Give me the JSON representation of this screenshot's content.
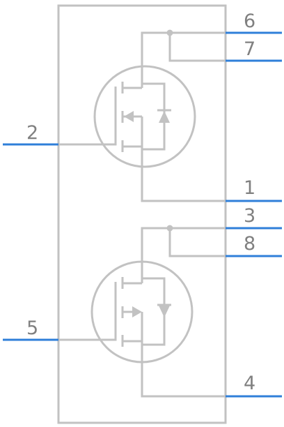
{
  "colors": {
    "body": "#c2c2c2",
    "pin": "#2f7fd9",
    "label": "#808080",
    "background": "#ffffff"
  },
  "pins": {
    "p1": "1",
    "p2": "2",
    "p3": "3",
    "p4": "4",
    "p5": "5",
    "p6": "6",
    "p7": "7",
    "p8": "8"
  },
  "components": [
    {
      "name": "upper-mosfet",
      "channel": "N",
      "body_diode": true
    },
    {
      "name": "lower-mosfet",
      "channel": "P",
      "body_diode": true
    }
  ]
}
